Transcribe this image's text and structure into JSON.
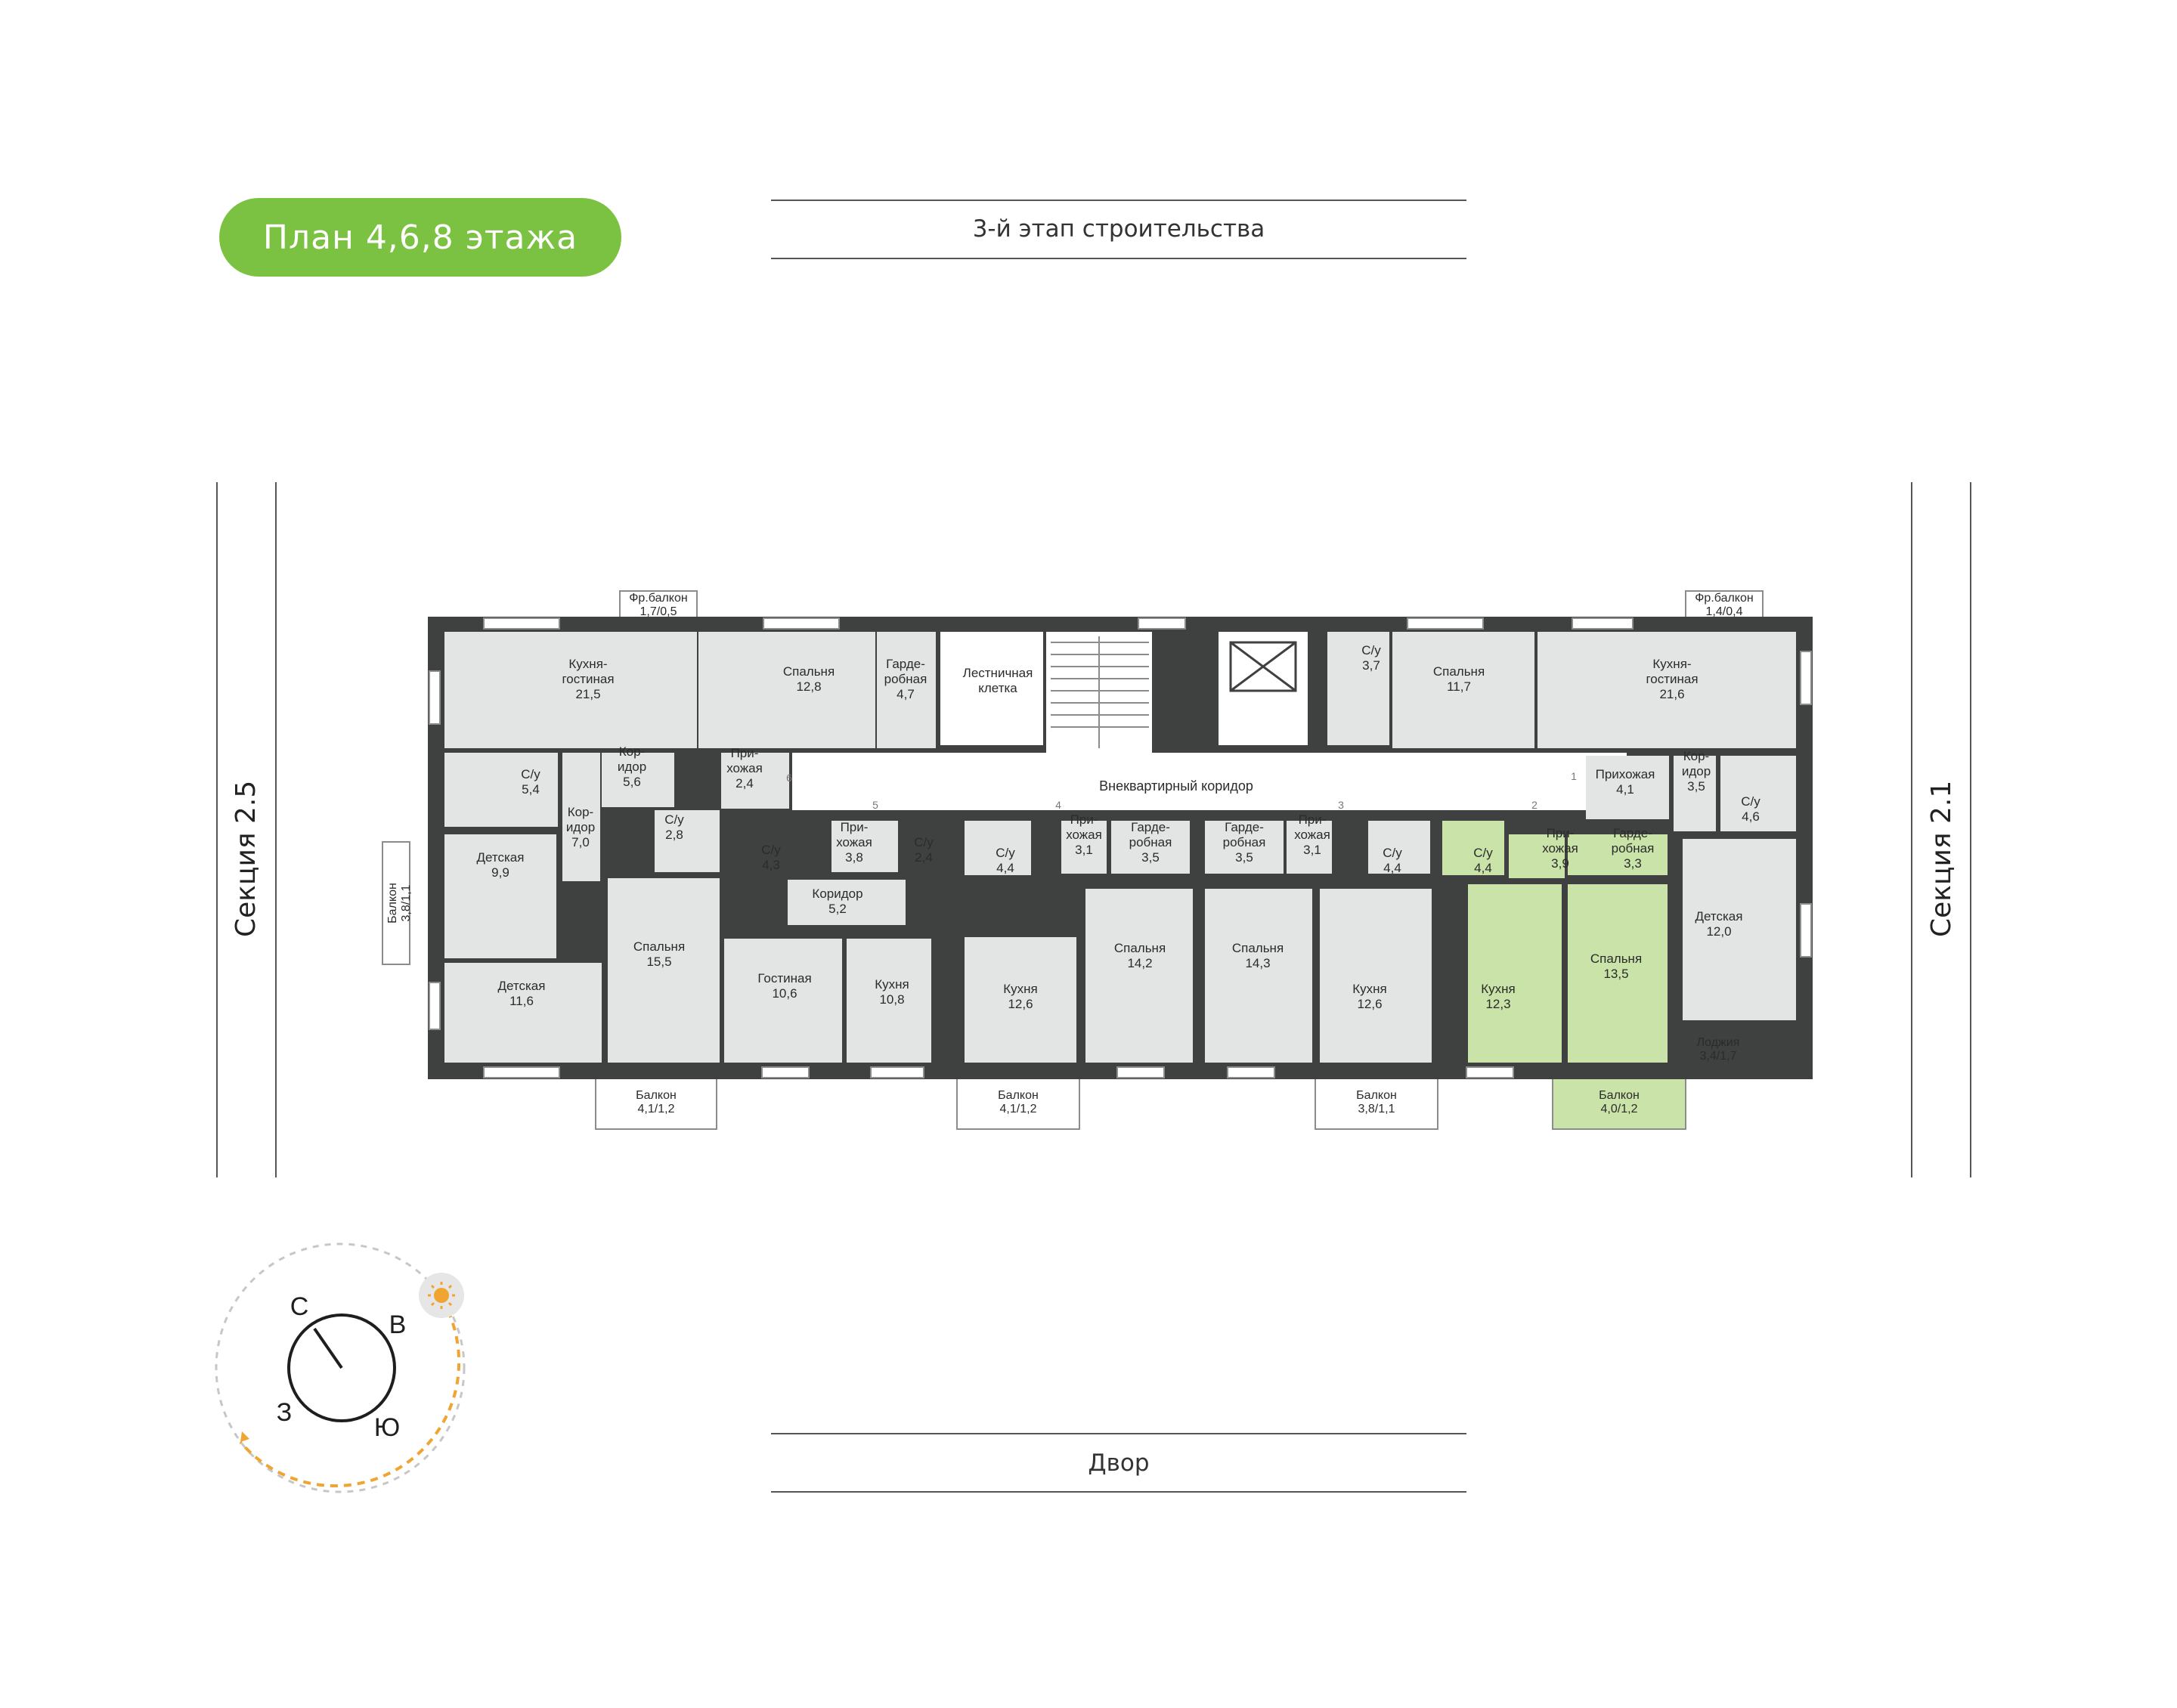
{
  "plan_title": "План 4,6,8 этажа",
  "top_label": "3-й этап строительства",
  "bottom_label": "Двор",
  "section_left": "Секция 2.5",
  "section_right": "Секция 2.1",
  "corridor_label": "Внеквартирный коридор",
  "colors": {
    "accent": "#7cc242",
    "highlight": "#c9e3a8",
    "room": "#e3e4e4",
    "wall": "#3f4040",
    "sun": "#f0a431"
  },
  "compass": {
    "n": "С",
    "e": "В",
    "s": "Ю",
    "w": "З",
    "icon": "sun-icon"
  },
  "entrances": [
    "1",
    "2",
    "3",
    "4",
    "5",
    "6"
  ],
  "rooms": [
    {
      "name": "Кухня-\nгостиная",
      "area": "21,5"
    },
    {
      "name": "Спальня",
      "area": "12,8"
    },
    {
      "name": "Гарде-\nробная",
      "area": "4,7"
    },
    {
      "name": "Лестничная\nклетка",
      "area": ""
    },
    {
      "name": "С/у",
      "area": "3,7"
    },
    {
      "name": "Спальня",
      "area": "11,7"
    },
    {
      "name": "Кухня-\nгостиная",
      "area": "21,6"
    },
    {
      "name": "С/у",
      "area": "5,4"
    },
    {
      "name": "Кор-\nидор",
      "area": "5,6"
    },
    {
      "name": "При-\nхожая",
      "area": "2,4"
    },
    {
      "name": "Кор-\nидор",
      "area": "7,0"
    },
    {
      "name": "С/у",
      "area": "2,8"
    },
    {
      "name": "Детская",
      "area": "9,9"
    },
    {
      "name": "С/у",
      "area": "4,3"
    },
    {
      "name": "При-\nхожая",
      "area": "3,8"
    },
    {
      "name": "С/у",
      "area": "2,4"
    },
    {
      "name": "С/у",
      "area": "4,4"
    },
    {
      "name": "При-\nхожая",
      "area": "3,1"
    },
    {
      "name": "Гарде-\nробная",
      "area": "3,5"
    },
    {
      "name": "Гарде-\nробная",
      "area": "3,5"
    },
    {
      "name": "При-\nхожая",
      "area": "3,1"
    },
    {
      "name": "С/у",
      "area": "4,4"
    },
    {
      "name": "С/у",
      "area": "4,4"
    },
    {
      "name": "При-\nхожая",
      "area": "3,9"
    },
    {
      "name": "Гарде-\nробная",
      "area": "3,3"
    },
    {
      "name": "Прихожая",
      "area": "4,1"
    },
    {
      "name": "Кор-\nидор",
      "area": "3,5"
    },
    {
      "name": "С/у",
      "area": "4,6"
    },
    {
      "name": "Коридор",
      "area": "5,2"
    },
    {
      "name": "Спальня",
      "area": "15,5"
    },
    {
      "name": "Гостиная",
      "area": "10,6"
    },
    {
      "name": "Кухня",
      "area": "10,8"
    },
    {
      "name": "Кухня",
      "area": "12,6"
    },
    {
      "name": "Спальня",
      "area": "14,2"
    },
    {
      "name": "Спальня",
      "area": "14,3"
    },
    {
      "name": "Кухня",
      "area": "12,6"
    },
    {
      "name": "Кухня",
      "area": "12,3"
    },
    {
      "name": "Спальня",
      "area": "13,5"
    },
    {
      "name": "Детская",
      "area": "12,0"
    },
    {
      "name": "Детская",
      "area": "11,6"
    }
  ],
  "balconies": [
    {
      "name": "Фр.балкон",
      "area": "1,7/0,5"
    },
    {
      "name": "Фр.балкон",
      "area": "1,4/0,4"
    },
    {
      "name": "Балкон",
      "area": "3,8/1,1"
    },
    {
      "name": "Балкон",
      "area": "4,1/1,2"
    },
    {
      "name": "Балкон",
      "area": "4,1/1,2"
    },
    {
      "name": "Балкон",
      "area": "3,8/1,1"
    },
    {
      "name": "Балкон",
      "area": "4,0/1,2"
    },
    {
      "name": "Лоджия",
      "area": "3,4/1,7"
    }
  ]
}
